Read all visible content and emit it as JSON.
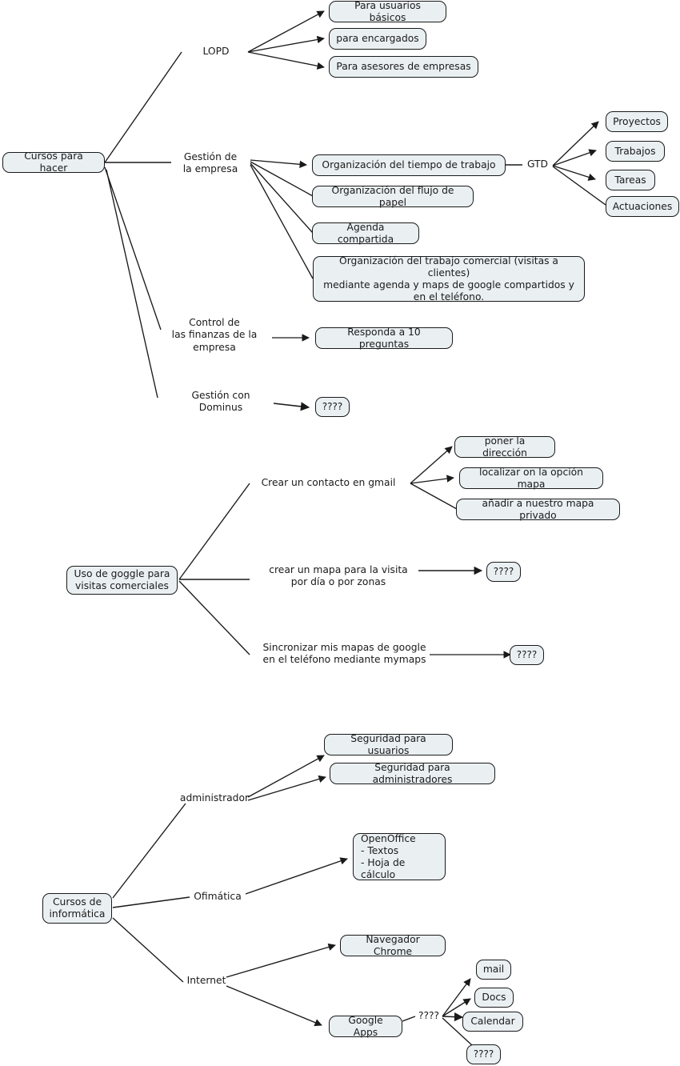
{
  "meta": {
    "title": "Mapa mental de cursos",
    "colors": {
      "node_fill": "#eaf0f2",
      "node_border": "#1a1a1a",
      "edge": "#1a1a1a",
      "background": "#ffffff"
    }
  },
  "chart_data": {
    "type": "diagram",
    "subtype": "mind-map",
    "title": "Mapa mental de cursos",
    "trees": [
      {
        "root": "Cursos para hacer",
        "branches": [
          {
            "label": "LOPD",
            "children": [
              "Para usuarios básicos",
              "para encargados",
              "Para asesores de empresas"
            ]
          },
          {
            "label": "Gestión de\nla empresa",
            "children": [
              "Organización del tiempo de trabajo",
              "Organización del flujo de papel",
              "Agenda compartida",
              "Organización del trabajo comercial (visitas a clientes)\nmediante agenda y maps de google compartidos y\nen el teléfono."
            ],
            "sub": {
              "from": "Organización del tiempo de trabajo",
              "label": "GTD",
              "children": [
                "Proyectos",
                "Trabajos",
                "Tareas",
                "Actuaciones"
              ]
            }
          },
          {
            "label": "Control de\nlas finanzas de la\nempresa",
            "children": [
              "Responda a 10 preguntas"
            ]
          },
          {
            "label": "Gestión con\nDominus",
            "children": [
              "????"
            ]
          }
        ]
      },
      {
        "root": "Uso de goggle para\nvisitas comerciales",
        "branches": [
          {
            "label": "Crear un contacto en gmail",
            "children": [
              "poner la dirección",
              "localizar on la opción mapa",
              "añadir a nuestro mapa privado"
            ]
          },
          {
            "label": "crear un mapa para la visita\npor día o por zonas",
            "children": [
              "????"
            ]
          },
          {
            "label": "Sincronizar mis mapas de google\nen el teléfono mediante mymaps",
            "children": [
              "????"
            ]
          }
        ]
      },
      {
        "root": "Cursos de\ninformática",
        "branches": [
          {
            "label": "administrador",
            "children": [
              "Seguridad para usuarios",
              "Seguridad para administradores"
            ]
          },
          {
            "label": "Ofimática",
            "children": [
              "OpenOffice\n- Textos\n- Hoja de cálculo"
            ]
          },
          {
            "label": "Internet",
            "children": [
              "Navegador Chrome",
              "Google Apps"
            ],
            "sub": {
              "from": "Google Apps",
              "label": "????",
              "children": [
                "mail",
                "Docs",
                "Calendar",
                "????"
              ]
            }
          }
        ]
      }
    ]
  },
  "tree1": {
    "root": "Cursos para hacer",
    "lopd": {
      "label": "LOPD",
      "c0": "Para usuarios básicos",
      "c1": "para encargados",
      "c2": "Para asesores de empresas"
    },
    "gestion": {
      "label": "Gestión de\nla empresa",
      "c0": "Organización del tiempo de trabajo",
      "c1": "Organización del flujo de papel",
      "c2": "Agenda compartida",
      "c3": "Organización del trabajo comercial (visitas a clientes)\nmediante agenda y maps de google compartidos y\nen el teléfono."
    },
    "gtd": {
      "label": "GTD",
      "c0": "Proyectos",
      "c1": "Trabajos",
      "c2": "Tareas",
      "c3": "Actuaciones"
    },
    "finanzas": {
      "label": "Control de\nlas finanzas de la\nempresa",
      "c0": "Responda a 10 preguntas"
    },
    "dominus": {
      "label": "Gestión con\nDominus",
      "c0": "????"
    }
  },
  "tree2": {
    "root": "Uso de goggle para\nvisitas comerciales",
    "contacto": {
      "label": "Crear un contacto en gmail",
      "c0": "poner la dirección",
      "c1": "localizar on la opción mapa",
      "c2": "añadir a nuestro mapa privado"
    },
    "mapa": {
      "label": "crear un mapa para la visita\npor día o por zonas",
      "c0": "????"
    },
    "sincronizar": {
      "label": "Sincronizar mis mapas de google\nen el teléfono mediante mymaps",
      "c0": "????"
    }
  },
  "tree3": {
    "root": "Cursos de\ninformática",
    "administrador": {
      "label": "administrador",
      "c0": "Seguridad para usuarios",
      "c1": "Seguridad para administradores"
    },
    "ofimatica": {
      "label": "Ofimática",
      "c0": "OpenOffice\n- Textos\n- Hoja de cálculo"
    },
    "internet": {
      "label": "Internet",
      "c0": "Navegador Chrome",
      "c1": "Google Apps"
    },
    "gapps": {
      "label": "????",
      "c0": "mail",
      "c1": "Docs",
      "c2": "Calendar",
      "c3": "????"
    }
  }
}
